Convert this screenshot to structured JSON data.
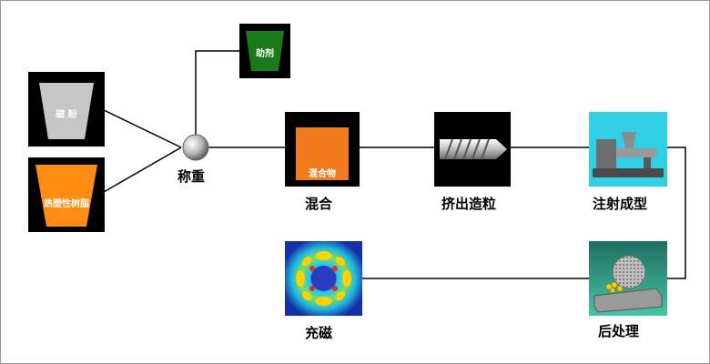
{
  "nodes": {
    "magnetic_powder": {
      "text": "磁 粉",
      "color": "#c6c6c6"
    },
    "thermoplastic_resin": {
      "text": "热塑性树脂",
      "color": "#ff8c14"
    },
    "additive": {
      "text": "助剂",
      "color": "#1a7a1a"
    },
    "weighing": {
      "label": "称重"
    },
    "mixing": {
      "label": "混合",
      "inner_text": "混合物",
      "color": "#f07c1e"
    },
    "extrusion": {
      "label": "挤出造粒"
    },
    "injection": {
      "label": "注射成型"
    },
    "post_processing": {
      "label": "后处理"
    },
    "magnetizing": {
      "label": "充磁"
    }
  }
}
